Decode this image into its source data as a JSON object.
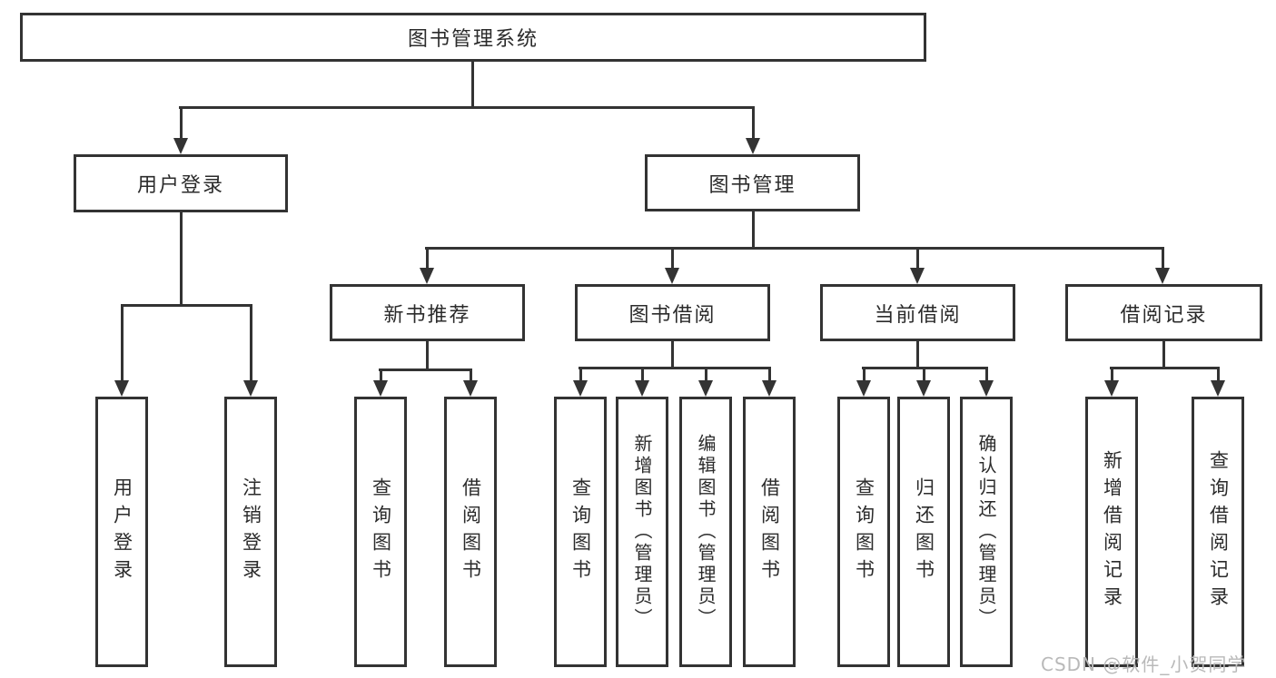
{
  "nodes": {
    "root": {
      "label": "图书管理系统"
    },
    "level2": [
      {
        "label": "用户登录"
      },
      {
        "label": "图书管理"
      }
    ],
    "level3": [
      {
        "label": "新书推荐"
      },
      {
        "label": "图书借阅"
      },
      {
        "label": "当前借阅"
      },
      {
        "label": "借阅记录"
      }
    ],
    "leaves": [
      {
        "label": "用户登录"
      },
      {
        "label": "注销登录"
      },
      {
        "label": "查询图书"
      },
      {
        "label": "借阅图书"
      },
      {
        "label": "查询图书"
      },
      {
        "label": "新增图书（管理员）"
      },
      {
        "label": "编辑图书（管理员）"
      },
      {
        "label": "借阅图书"
      },
      {
        "label": "查询图书"
      },
      {
        "label": "归还图书"
      },
      {
        "label": "确认归还（管理员）"
      },
      {
        "label": "新增借阅记录"
      },
      {
        "label": "查询借阅记录"
      }
    ]
  },
  "watermark": {
    "text": "CSDN @软件_小贺同学"
  },
  "colors": {
    "line": "#333333",
    "text": "#2b2b2b",
    "watermark": "#b9b9b9",
    "background": "#ffffff"
  }
}
